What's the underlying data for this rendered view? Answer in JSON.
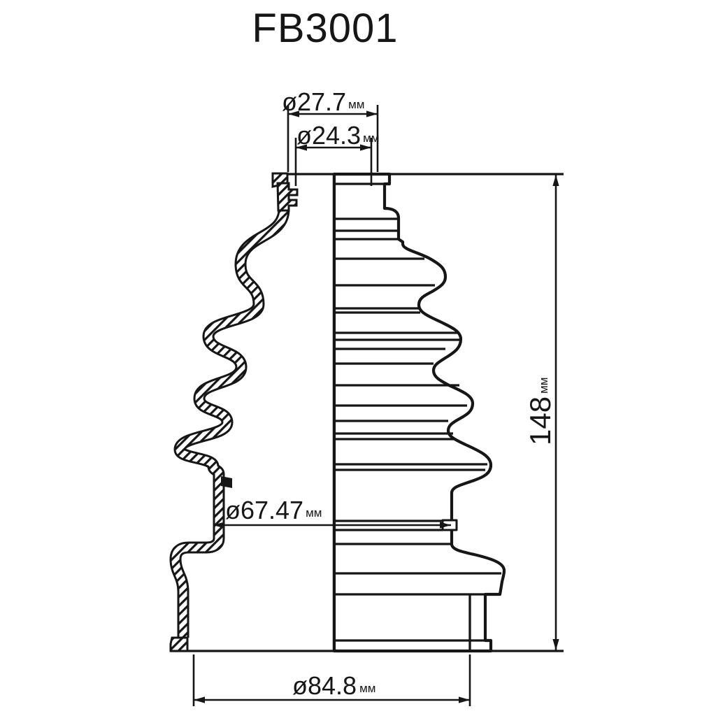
{
  "title": "FB3001",
  "dimensions": {
    "top_outer": {
      "value": "ø27.7",
      "unit": "мм"
    },
    "top_inner": {
      "value": "ø24.3",
      "unit": "мм"
    },
    "height": {
      "value": "148",
      "unit": "мм"
    },
    "middle": {
      "value": "ø67.47",
      "unit": "мм"
    },
    "bottom": {
      "value": "ø84.8",
      "unit": "мм"
    }
  },
  "colors": {
    "line": "#161616",
    "background": "#ffffff"
  }
}
